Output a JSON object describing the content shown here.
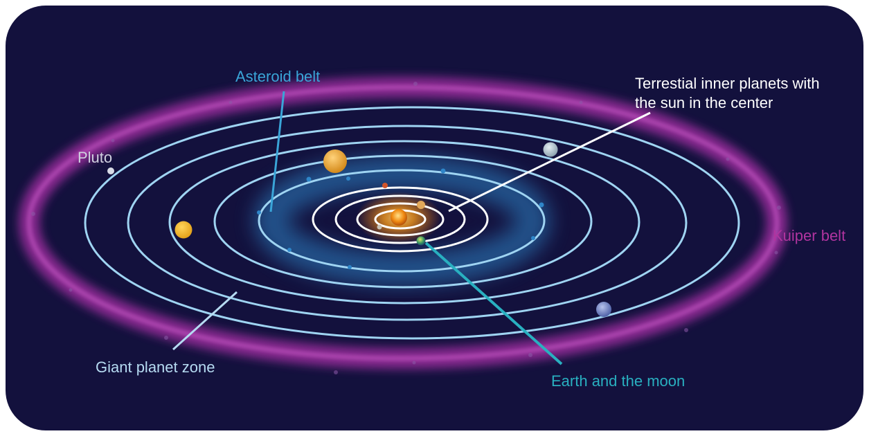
{
  "labels": {
    "asteroid_belt": "Asteroid belt",
    "terrestrial_line1": "Terrestial inner planets with",
    "terrestrial_line2": "the sun in the center",
    "pluto": "Pluto",
    "kuiper_belt": "Kuiper belt",
    "giant_planet_zone": "Giant planet zone",
    "earth_moon": "Earth and the moon"
  },
  "colors": {
    "background": "#13113d",
    "orbit": "#9fd4f2",
    "inner_orbit": "#ffffff",
    "kuiper": "#9d2f9f",
    "asteroid": "#2f86c9",
    "sun": "#ff9f1a",
    "asteroid_label": "#3aa5d8",
    "earth_label": "#29b0c0",
    "kuiper_label": "#b0349f",
    "pluto_label": "#d0d0e0",
    "white_label": "#ffffff",
    "giant_label": "#b6dbf2"
  },
  "icons": [
    "sun-icon",
    "pluto-icon",
    "earth-icon",
    "mars-icon",
    "venus-icon",
    "mercury-icon",
    "jupiter-icon",
    "saturn-icon",
    "uranus-icon",
    "neptune-icon"
  ]
}
